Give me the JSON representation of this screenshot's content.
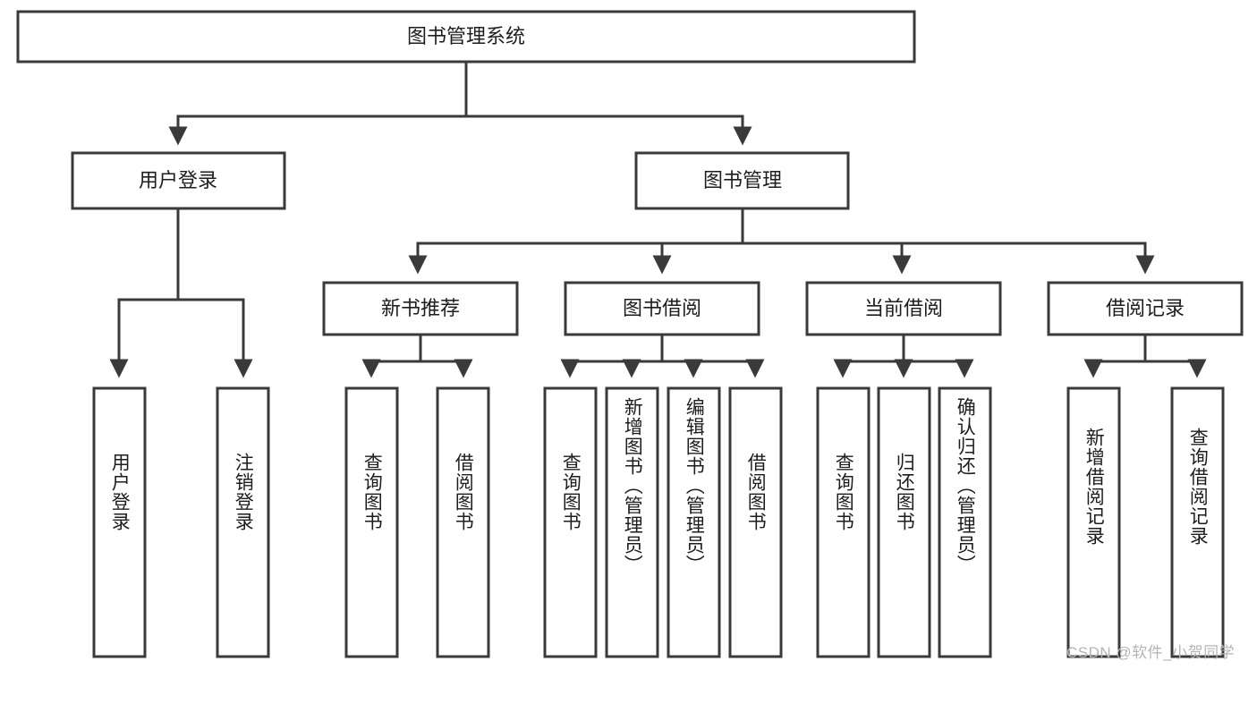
{
  "diagram": {
    "type": "hierarchy-tree",
    "title": "图书管理系统",
    "watermark": "CSDN @软件_小贺同学",
    "colors": {
      "stroke": "#3a3a3a",
      "fill": "#ffffff",
      "text": "#1d1d1d",
      "watermark": "#b4b4b4"
    },
    "root": {
      "label": "图书管理系统"
    },
    "level2": [
      {
        "label": "用户登录"
      },
      {
        "label": "图书管理"
      }
    ],
    "level3": [
      {
        "label": "新书推荐"
      },
      {
        "label": "图书借阅"
      },
      {
        "label": "当前借阅"
      },
      {
        "label": "借阅记录"
      }
    ],
    "leaves": {
      "user_login": [
        {
          "label": "用户登录"
        },
        {
          "label": "注销登录"
        }
      ],
      "new_book_rec": [
        {
          "label": "查询图书"
        },
        {
          "label": "借阅图书"
        }
      ],
      "book_borrow": [
        {
          "label": "查询图书"
        },
        {
          "label": "新增图书（管理员）"
        },
        {
          "label": "编辑图书（管理员）"
        },
        {
          "label": "借阅图书"
        }
      ],
      "current_borrow": [
        {
          "label": "查询图书"
        },
        {
          "label": "归还图书"
        },
        {
          "label": "确认归还（管理员）"
        }
      ],
      "borrow_record": [
        {
          "label": "新增借阅记录"
        },
        {
          "label": "查询借阅记录"
        }
      ]
    }
  }
}
